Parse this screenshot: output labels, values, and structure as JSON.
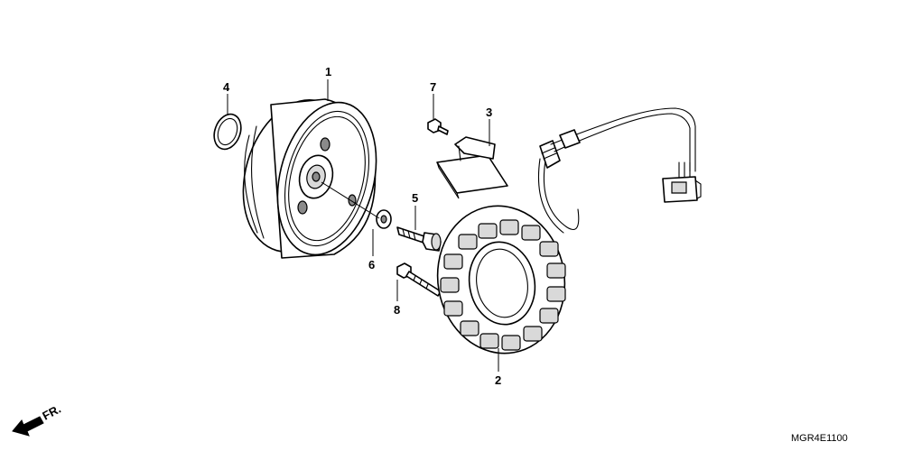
{
  "callouts": {
    "c1": "1",
    "c2": "2",
    "c3": "3",
    "c4": "4",
    "c5": "5",
    "c6": "6",
    "c7": "7",
    "c8": "8"
  },
  "direction_label": "FR.",
  "diagram_code": "MGR4E1100"
}
